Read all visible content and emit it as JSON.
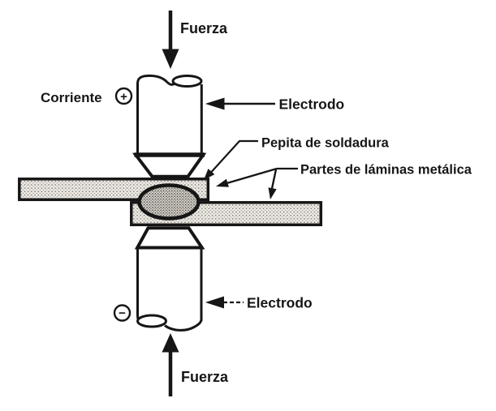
{
  "diagram": {
    "colors": {
      "paper": "#ffffff",
      "ink": "#161616",
      "sheet_fill_avg": "#d9d4cc",
      "nugget_fill_avg": "#bdb6ab"
    },
    "labels": {
      "force_top": "Fuerza",
      "current": "Corriente",
      "electrode_top": "Electrodo",
      "weld_nugget": "Pepita de soldadura",
      "metal_sheets": "Partes de láminas metálica",
      "electrode_bottom": "Electrodo",
      "force_bottom": "Fuerza"
    },
    "symbols": {
      "positive": "+",
      "negative": "−"
    },
    "icons": {
      "positive_terminal": "circle-plus-icon",
      "negative_terminal": "circle-minus-icon",
      "force_top": "arrow-down-icon",
      "force_bottom": "arrow-up-icon",
      "leader_arrows": "arrowhead-icon"
    }
  }
}
